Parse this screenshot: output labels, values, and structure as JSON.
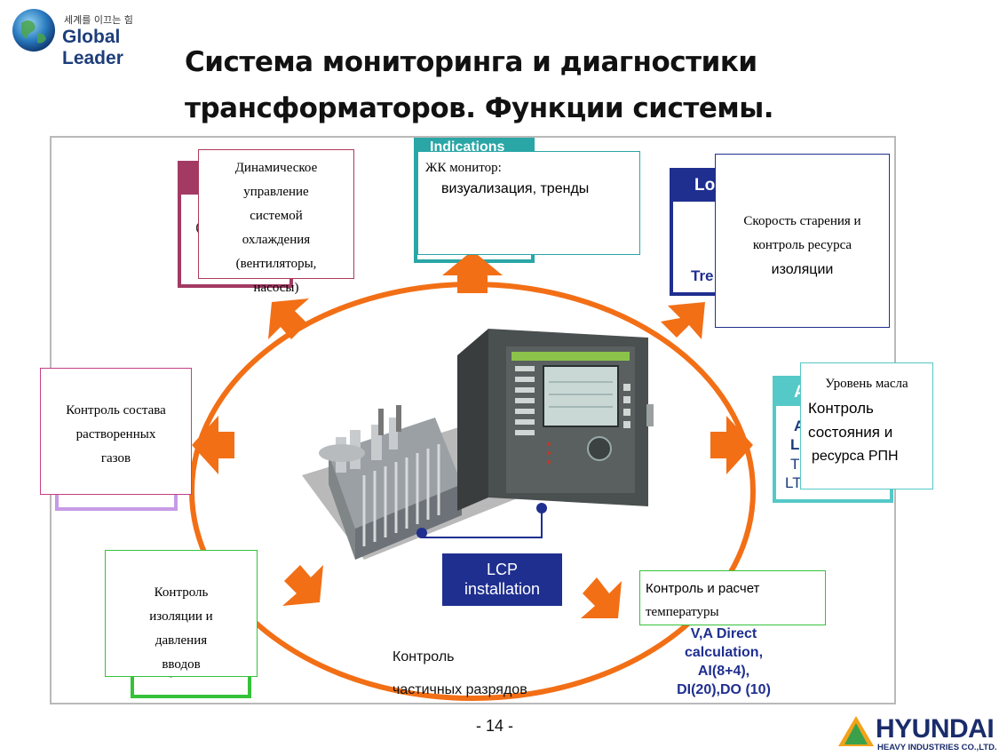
{
  "header": {
    "logo_korean": "세계를 이끄는 힘",
    "logo_text": "Global Leader",
    "title_line1": "Система мониторинга и диагностики",
    "title_line2": "трансформаторов. Функции системы."
  },
  "diagram": {
    "cooling": [
      "Динамическое",
      "управление",
      "системой",
      "охлаждения",
      "(вентиляторы,",
      "насосы)"
    ],
    "lcd": [
      "ЖК монитор:",
      "визуализация, тренды"
    ],
    "lcd_bg_partial": "Indications",
    "aging": [
      "Скорость старения и",
      "контроль ресурса",
      "изоляции"
    ],
    "aging_bg_partial": [
      "Lo",
      "Tre"
    ],
    "oil": [
      "Уровень масла",
      "Контроль",
      "состояния и",
      "ресурса РПН"
    ],
    "oil_bg_partial": [
      "A",
      "A",
      "L",
      "T",
      "LT"
    ],
    "gas": [
      "Контроль состава",
      "растворенных",
      "газов"
    ],
    "cooling_bg_partial": "C",
    "bushing": [
      "Контроль",
      "изоляции и",
      "давления",
      "вводов"
    ],
    "bushing_bg_partial": "y",
    "lcp": [
      "LCP",
      "installation"
    ],
    "pd": [
      "Контроль",
      "частичных разрядов"
    ],
    "temp": [
      "Контроль и расчет",
      "температуры"
    ],
    "va": [
      "V,A Direct",
      "calculation,",
      "AI(8+4),",
      "DI(20),DO (10)"
    ]
  },
  "footer": {
    "page": "- 14 -",
    "brand": "HYUNDAI",
    "brand_sub": "HEAVY INDUSTRIES CO.,LTD."
  },
  "colors": {
    "arrow": "#f26f16",
    "maroon": "#a23a64",
    "teal": "#2aa6a6",
    "navy": "#1f2f8f",
    "cyan": "#55c8c8",
    "lavender": "#c69be6",
    "green": "#35c23a",
    "pink": "#c43f86"
  }
}
